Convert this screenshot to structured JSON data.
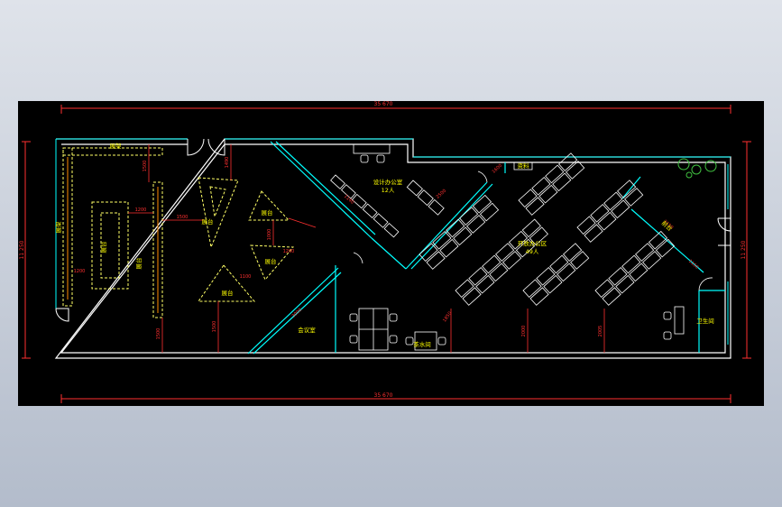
{
  "colors": {
    "background_top": "#dfe3ea",
    "background_bottom": "#b3bccb",
    "canvas": "#000000",
    "wall": "#ffffff",
    "partition": "#00ffff",
    "dimension": "#ff3030",
    "furniture": "#ffffff",
    "display": "#ffff66",
    "label": "#ffff00",
    "plant": "#40c040"
  },
  "dimensions": {
    "overall_top": "35 670",
    "overall_bottom": "35 670",
    "overall_left": "11 250",
    "overall_right": "11 250",
    "d1200_a": "1200",
    "d1200_b": "1200",
    "d1500_a": "1500",
    "d1500_b": "1500",
    "d1500_c": "1500",
    "d1500_d": "1500",
    "d1490": "1490",
    "d1000": "1000",
    "d1100": "1100",
    "d1200_c": "1200",
    "d1140": "1140",
    "d3000": "3000",
    "d1850": "1850",
    "d2000": "2000",
    "d2005": "2005",
    "d1600": "1600",
    "d2500": "2500",
    "d3150": "3150",
    "d1150": "1150"
  },
  "labels": {
    "exhibit_rack": "展架",
    "exhibit_rack_side": "展架",
    "display_stand_1": "展台",
    "display_stand_2": "展台",
    "display_stand_3": "展台",
    "display_stand_4": "展台",
    "display_stand_5": "展台",
    "display_stand_6": "展台",
    "design_office": "设计办公室",
    "design_office_capacity": "12人",
    "open_office": "开放办公区",
    "open_office_capacity": "49人",
    "reception": "前台",
    "tea_room": "茶水间",
    "meeting_room": "会议室",
    "archive": "资料",
    "wc": "卫生间"
  }
}
